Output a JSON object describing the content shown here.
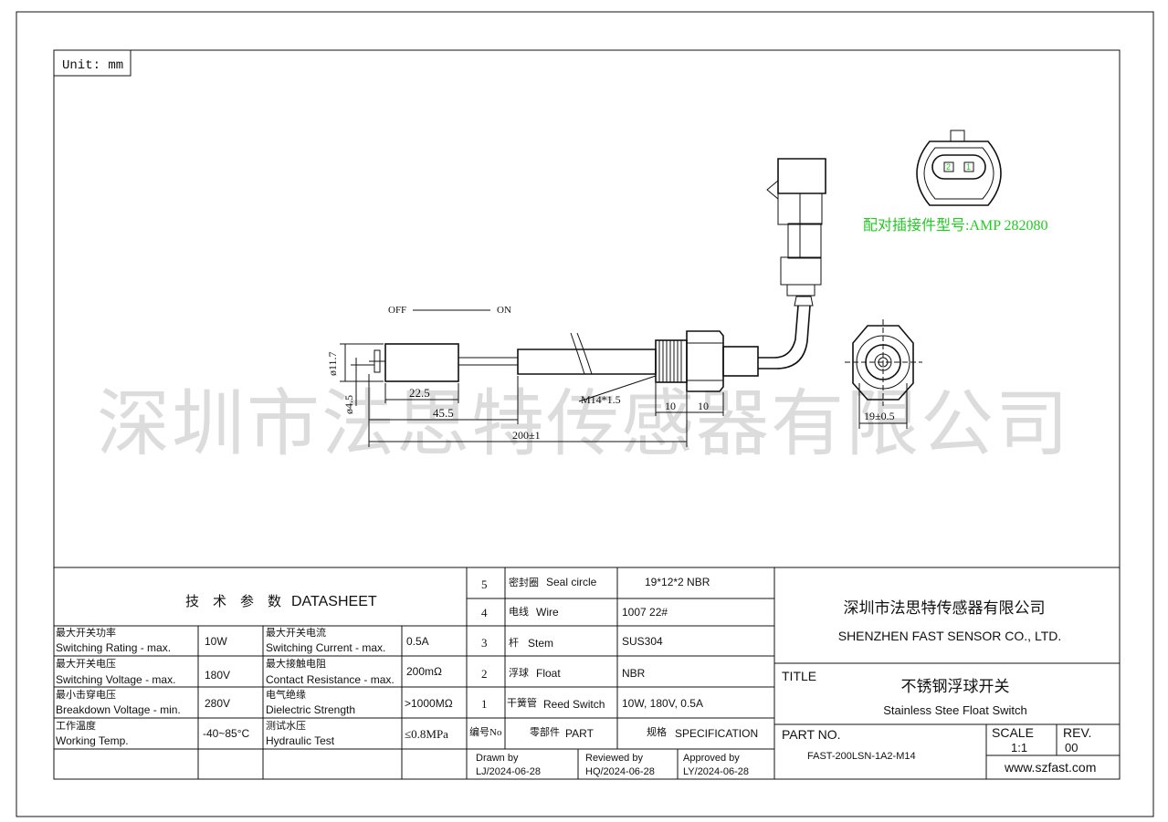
{
  "unit_label": "Unit: mm",
  "watermark": "深圳市法思特传感器有限公司",
  "connector": {
    "pin2": "2",
    "pin1": "1",
    "model_note": "配对插接件型号:AMP 282080"
  },
  "state": {
    "off": "OFF",
    "on": "ON"
  },
  "dimensions": {
    "d_float": "ø11.7",
    "d_stem": "ø4.5",
    "len_float": "22.5",
    "len_stem": "45.5",
    "thread": "M14*1.5",
    "hex_a": "10",
    "hex_b": "10",
    "total": "200±1",
    "hex_across": "19±0.5"
  },
  "datasheet": {
    "title_cn": "技　术　参　数",
    "title_en": "DATASHEET",
    "rows": [
      {
        "l_cn": "最大开关功率",
        "l_en": "Switching Rating - max.",
        "l_val": "10W",
        "r_cn": "最大开关电流",
        "r_en": "Switching Current - max.",
        "r_val": "0.5A"
      },
      {
        "l_cn": "最大开关电压",
        "l_en": "Switching Voltage - max.",
        "l_val": "180V",
        "r_cn": "最大接触电阻",
        "r_en": "Contact Resistance - max.",
        "r_val": "200mΩ"
      },
      {
        "l_cn": "最小击穿电压",
        "l_en": "Breakdown Voltage - min.",
        "l_val": "280V",
        "r_cn": "电气绝缘",
        "r_en": "Dielectric Strength",
        "r_val": ">1000MΩ"
      },
      {
        "l_cn": "工作温度",
        "l_en": "Working Temp.",
        "l_val": "-40~85°C",
        "r_cn": "测试水压",
        "r_en": "Hydraulic Test",
        "r_val": "≤0.8MPa"
      }
    ]
  },
  "parts": {
    "rows": [
      {
        "no": "5",
        "cn": "密封圈",
        "en": "Seal circle",
        "spec": "19*12*2 NBR"
      },
      {
        "no": "4",
        "cn": "电线",
        "en": "Wire",
        "spec": "1007  22#"
      },
      {
        "no": "3",
        "cn": "杆",
        "en": "Stem",
        "spec": "SUS304"
      },
      {
        "no": "2",
        "cn": "浮球",
        "en": "Float",
        "spec": "NBR"
      },
      {
        "no": "1",
        "cn": "干簧管",
        "en": "Reed Switch",
        "spec": "10W, 180V, 0.5A"
      }
    ],
    "header": {
      "no": "编号No",
      "part_cn": "零部件",
      "part_en": "PART",
      "spec_cn": "规格",
      "spec_en": "SPECIFICATION"
    }
  },
  "signoff": {
    "drawn_label": "Drawn by",
    "drawn_val": "LJ/2024-06-28",
    "reviewed_label": "Reviewed by",
    "reviewed_val": "HQ/2024-06-28",
    "approved_label": "Approved by",
    "approved_val": "LY/2024-06-28"
  },
  "company": {
    "cn": "深圳市法思特传感器有限公司",
    "en": "SHENZHEN FAST SENSOR CO., LTD."
  },
  "title_block": {
    "title_label": "TITLE",
    "title_cn": "不锈钢浮球开关",
    "title_en": "Stainless Stee Float Switch",
    "part_no_label": "PART NO.",
    "part_no": "FAST-200LSN-1A2-M14",
    "scale_label": "SCALE",
    "scale": "1:1",
    "rev_label": "REV.",
    "rev": "00",
    "website": "www.szfast.com"
  },
  "colors": {
    "green_note": "#22cc22",
    "line": "#111111",
    "watermark": "#dcdcdc"
  }
}
